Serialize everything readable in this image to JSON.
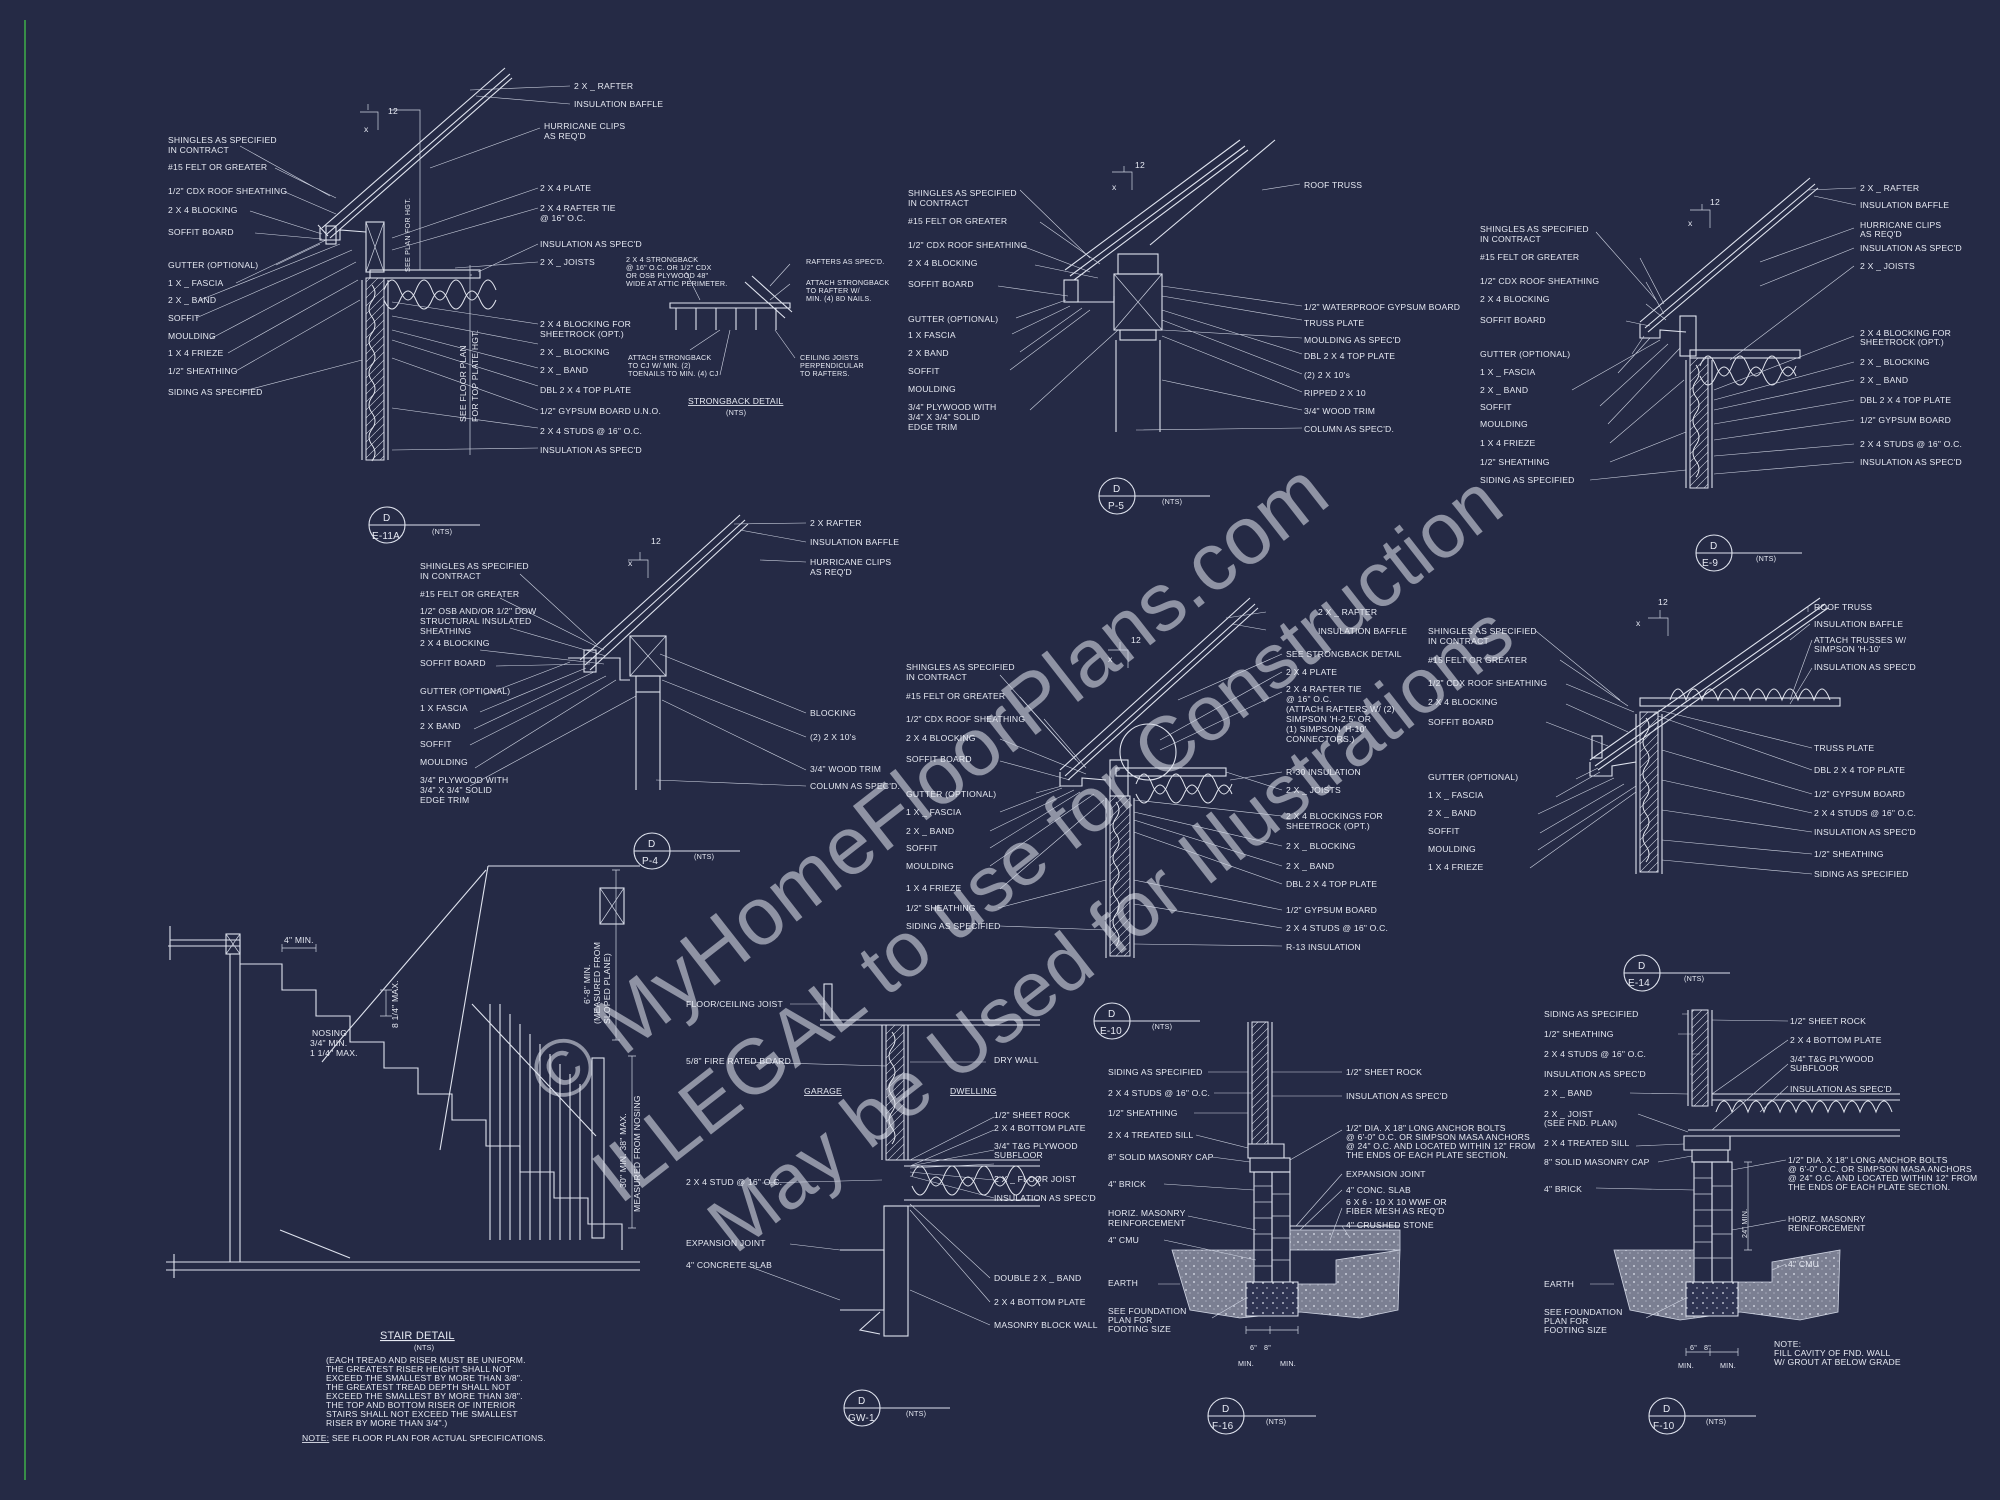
{
  "watermark": {
    "line1": "© MyHomeFloorPlans.com",
    "line2": "ILLEGAL to use for Construction",
    "line3": "May be Used for Illustrations"
  },
  "common": {
    "pitch_num": "12",
    "pitch_x": "x",
    "bubble_letter": "D",
    "nts": "(NTS)"
  },
  "details": {
    "e11a": {
      "ref": "E-11A",
      "left_labels": [
        "SHINGLES AS SPECIFIED",
        "IN CONTRACT",
        "#15 FELT OR GREATER",
        "1/2\" CDX ROOF SHEATHING",
        "2 X 4 BLOCKING",
        "SOFFIT  BOARD",
        "GUTTER (OPTIONAL)",
        "1 X _ FASCIA",
        "2 X _ BAND",
        "SOFFIT",
        "MOULDING",
        "1 X 4 FRIEZE",
        "1/2\" SHEATHING",
        "SIDING AS SPECIFIED"
      ],
      "right_labels": [
        "2 X _ RAFTER",
        "INSULATION BAFFLE",
        "HURRICANE CLIPS",
        "AS REQ'D",
        "2 X 4 PLATE",
        "2 X 4 RAFTER TIE",
        "@ 16\" O.C.",
        "INSULATION AS SPEC'D",
        "2 X _ JOISTS",
        "2 X 4 BLOCKING FOR",
        "SHEETROCK (OPT.)",
        "2 X _ BLOCKING",
        "2 X _ BAND",
        "DBL 2 X 4 TOP PLATE",
        "1/2\" GYPSUM BOARD U.N.O.",
        "2 X 4 STUDS @ 16\" O.C.",
        "INSULATION AS SPEC'D"
      ],
      "vertical_labels": [
        "SEE PLAN FOR HGT.",
        "SEE FLOOR PLAN",
        "FOR TOP PLATE HGT."
      ]
    },
    "strongback": {
      "title": "STRONGBACK DETAIL",
      "labels": [
        "2 X 4 STRONGBACK",
        "@ 16\" O.C. OR 1/2\" CDX",
        "OR OSB PLYWOOD 48\"",
        "WIDE AT ATTIC PERIMETER.",
        "RAFTERS AS SPEC'D.",
        "ATTACH STRONGBACK",
        "TO RAFTER W/",
        "MIN. (4) 8D NAILS.",
        "ATTACH STRONGBACK",
        "TO CJ W/ MIN. (2)",
        "TOENAILS TO MIN. (4) CJ",
        "CEILING JOISTS",
        "PERPENDICULAR",
        "TO RAFTERS."
      ]
    },
    "p5": {
      "ref": "P-5",
      "left_labels": [
        "SHINGLES AS SPECIFIED",
        "IN CONTRACT",
        "#15 FELT OR GREATER",
        "1/2\" CDX ROOF SHEATHING",
        "2 X 4 BLOCKING",
        "SOFFIT  BOARD",
        "GUTTER (OPTIONAL)",
        "1 X  FASCIA",
        "2 X  BAND",
        "SOFFIT",
        "MOULDING",
        "3/4\" PLYWOOD WITH",
        "3/4\" X 3/4\" SOLID",
        "EDGE TRIM"
      ],
      "right_labels": [
        "ROOF TRUSS",
        "1/2\" WATERPROOF GYPSUM BOARD",
        "TRUSS PLATE",
        "MOULDING AS SPEC'D",
        "DBL 2 X 4 TOP PLATE",
        "(2) 2 X 10's",
        "RIPPED 2 X 10",
        "3/4\" WOOD TRIM",
        "COLUMN AS SPEC'D."
      ]
    },
    "e9": {
      "ref": "E-9",
      "left_labels": [
        "SHINGLES AS SPECIFIED",
        "IN CONTRACT",
        "#15 FELT OR GREATER",
        "1/2\" CDX ROOF SHEATHING",
        "2 X 4 BLOCKING",
        "SOFFIT  BOARD",
        "GUTTER (OPTIONAL)",
        "1 X _ FASCIA",
        "2 X _ BAND",
        "SOFFIT",
        "MOULDING",
        "1 X 4 FRIEZE",
        "1/2\" SHEATHING",
        "SIDING AS SPECIFIED"
      ],
      "right_labels": [
        "2 X _ RAFTER",
        "INSULATION BAFFLE",
        "HURRICANE CLIPS",
        "AS REQ'D",
        "INSULATION AS SPEC'D",
        "2 X _ JOISTS",
        "2 X 4 BLOCKING FOR",
        "SHEETROCK (OPT.)",
        "2 X _ BLOCKING",
        "2 X _ BAND",
        "DBL 2 X 4 TOP PLATE",
        "1/2\" GYPSUM BOARD",
        "2 X 4 STUDS @ 16\" O.C.",
        "INSULATION AS SPEC'D"
      ]
    },
    "p4": {
      "ref": "P-4",
      "left_labels": [
        "SHINGLES AS SPECIFIED",
        "IN CONTRACT",
        "#15 FELT OR GREATER",
        "1/2\" OSB AND/OR 1/2\" DOW",
        "STRUCTURAL INSULATED",
        "SHEATHING",
        "2 X 4 BLOCKING",
        "SOFFIT  BOARD",
        "GUTTER (OPTIONAL)",
        "1 X  FASCIA",
        "2 X   BAND",
        "SOFFIT",
        "MOULDING",
        "3/4\" PLYWOOD WITH",
        "3/4\" X 3/4\" SOLID",
        "EDGE TRIM"
      ],
      "right_labels": [
        "2 X   RAFTER",
        "INSULATION BAFFLE",
        "HURRICANE CLIPS",
        "AS REQ'D",
        "BLOCKING",
        "(2) 2 X 10's",
        "3/4\" WOOD TRIM",
        "COLUMN AS SPEC'D."
      ]
    },
    "e10": {
      "ref": "E-10",
      "left_labels": [
        "SHINGLES AS SPECIFIED",
        "IN CONTRACT",
        "#15 FELT OR GREATER",
        "1/2\" CDX ROOF SHEATHING",
        "2 X 4 BLOCKING",
        "SOFFIT BOARD",
        "GUTTER (OPTIONAL)",
        "1 X _ FASCIA",
        "2 X _ BAND",
        "SOFFIT",
        "MOULDING",
        "1 X 4 FRIEZE",
        "1/2\" SHEATHING",
        "SIDING AS SPECIFIED"
      ],
      "right_labels": [
        "2 X _ RAFTER",
        "INSULATION BAFFLE",
        "SEE STRONGBACK DETAIL",
        "2 X 4 PLATE",
        "2 X 4 RAFTER TIE",
        "@ 16\" O.C.",
        "(ATTACH RAFTERS W/ (2)",
        "SIMPSON 'H-2.5' OR",
        "(1) SIMPSON 'H-10'",
        "CONNECTORS.)",
        "R-30 INSULATION",
        "2 X _ JOISTS",
        "2 X 4 BLOCKINGS FOR",
        "SHEETROCK (OPT.)",
        "2 X _ BLOCKING",
        "2 X _ BAND",
        "DBL 2 X 4 TOP PLATE",
        "1/2\" GYPSUM BOARD",
        "2 X 4 STUDS @ 16\" O.C.",
        "R-13 INSULATION"
      ]
    },
    "e14": {
      "ref": "E-14",
      "left_labels": [
        "SHINGLES AS SPECIFIED",
        "IN CONTRACT",
        "#15 FELT OR GREATER",
        "1/2\" CDX ROOF SHEATHING",
        "2 X 4 BLOCKING",
        "SOFFIT  BOARD",
        "GUTTER (OPTIONAL)",
        "1 X _ FASCIA",
        "2 X _ BAND",
        "SOFFIT",
        "MOULDING",
        "1 X 4 FRIEZE"
      ],
      "right_labels": [
        "ROOF TRUSS",
        "INSULATION BAFFLE",
        "ATTACH TRUSSES W/",
        "SIMPSON 'H-10'",
        "INSULATION AS SPEC'D",
        "TRUSS PLATE",
        "DBL 2 X 4 TOP PLATE",
        "1/2\" GYPSUM BOARD",
        "2 X 4 STUDS @ 16\" O.C.",
        "INSULATION AS SPEC'D",
        "1/2\" SHEATHING",
        "SIDING AS SPECIFIED"
      ]
    },
    "stair": {
      "title": "STAIR DETAIL",
      "dims": [
        "4\" MIN.",
        "8 1/4\" MAX.",
        "NOSING",
        "3/4\" MIN.",
        "1 1/4\" MAX.",
        "6'-8\" MIN.",
        "(MEASURED FROM",
        "SLOPED PLANE)",
        "30\" MIN. 38\" MAX.",
        "MEASURED FROM NOSING"
      ],
      "notes": [
        "(EACH TREAD AND RISER MUST BE UNIFORM.",
        "THE GREATEST RISER HEIGHT SHALL NOT",
        "EXCEED THE SMALLEST BY MORE THAN  3/8\".",
        "THE GREATEST TREAD DEPTH SHALL NOT",
        "EXCEED THE SMALLEST BY MORE THAN  3/8\".",
        "THE TOP AND BOTTOM RISER OF INTERIOR",
        "STAIRS SHALL NOT EXCEED THE SMALLEST",
        "RISER BY MORE THAN 3/4\".)"
      ],
      "note_prefix": "NOTE:",
      "note": " SEE FLOOR PLAN FOR ACTUAL SPECIFICATIONS."
    },
    "gw1": {
      "ref": "GW-1",
      "labels": [
        "FLOOR/CEILING JOIST",
        "5/8\" FIRE RATED BOARD",
        "GARAGE",
        "DWELLING",
        "DRY WALL",
        "1/2\" SHEET ROCK",
        "2 X 4 BOTTOM PLATE",
        "3/4\" T&G PLYWOOD",
        "SUBFLOOR",
        "2 X 4 STUD @ 16\" O.C.",
        "2 X _ FLOOR JOIST",
        "INSULATION AS SPEC'D",
        "EXPANSION JOINT",
        "4\" CONCRETE SLAB",
        "DOUBLE 2 X _ BAND",
        "2 X 4 BOTTOM PLATE",
        "MASONRY BLOCK WALL"
      ]
    },
    "f16": {
      "ref": "F-16",
      "left_labels": [
        "SIDING AS SPECIFIED",
        "2 X 4 STUDS @ 16\" O.C.",
        "1/2\" SHEATHING",
        "2 X 4 TREATED SILL",
        "8\" SOLID MASONRY CAP",
        "4\" BRICK",
        "HORIZ. MASONRY",
        "REINFORCEMENT",
        "4\" CMU",
        "EARTH",
        "SEE FOUNDATION",
        "PLAN FOR",
        "FOOTING SIZE"
      ],
      "right_labels": [
        "1/2\" SHEET ROCK",
        "INSULATION AS SPEC'D",
        "1/2\" DIA. X 18\" LONG ANCHOR BOLTS",
        "@ 6'-0\" O.C. OR SIMPSON MASA ANCHORS",
        "@ 24\" O.C. AND LOCATED WITHIN 12\" FROM",
        "THE ENDS OF EACH PLATE SECTION.",
        "EXPANSION JOINT",
        "4\" CONC. SLAB",
        "6 X 6 - 10 X 10 WWF OR",
        "FIBER MESH AS REQ'D",
        "4\" CRUSHED STONE"
      ],
      "dims": [
        "6\"",
        "8\"",
        "MIN.",
        "MIN."
      ]
    },
    "f10": {
      "ref": "F-10",
      "left_labels": [
        "SIDING AS SPECIFIED",
        "1/2\" SHEATHING",
        "2 X 4 STUDS @ 16\" O.C.",
        "INSULATION AS SPEC'D",
        "2 X _ BAND",
        "2 X _ JOIST",
        "(SEE FND. PLAN)",
        "2 X 4 TREATED SILL",
        "8\" SOLID MASONRY CAP",
        "4\" BRICK",
        "EARTH",
        "SEE FOUNDATION",
        "PLAN FOR",
        "FOOTING SIZE"
      ],
      "right_labels": [
        "1/2\" SHEET ROCK",
        "2 X 4 BOTTOM PLATE",
        "3/4\" T&G PLYWOOD",
        "SUBFLOOR",
        "INSULATION AS SPEC'D",
        "1/2\" DIA. X 18\" LONG ANCHOR BOLTS",
        "@ 6'-0\" O.C. OR SIMPSON MASA ANCHORS",
        "@ 24\" O.C. AND LOCATED WITHIN 12\" FROM",
        "THE ENDS OF EACH PLATE SECTION.",
        "HORIZ. MASONRY",
        "REINFORCEMENT",
        "4\" CMU"
      ],
      "dims": [
        "24\" MIN.",
        "6\"",
        "8\"",
        "MIN.",
        "MIN."
      ],
      "note": [
        "NOTE:",
        "FILL CAVITY OF FND. WALL",
        "W/ GROUT AT BELOW GRADE"
      ]
    }
  },
  "colors": {
    "background": "#252a45",
    "linework": "#dfe3ee",
    "margin_line": "#3fae49"
  }
}
